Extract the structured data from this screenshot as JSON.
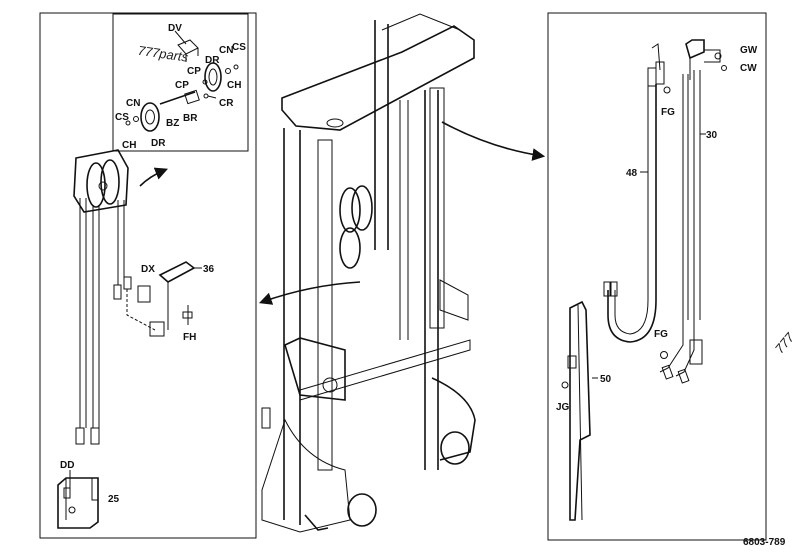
{
  "diagram": {
    "reference_code": "6803-789",
    "watermark": "777parts",
    "watermark_edge": "777",
    "labels": {
      "dv": "DV",
      "cn_top": "CN",
      "cs_top": "CS",
      "cp_top": "CP",
      "dr_top": "DR",
      "ch_top": "CH",
      "cp_mid": "CP",
      "cr": "CR",
      "br": "BR",
      "bz": "BZ",
      "cn_left": "CN",
      "cs_left": "CS",
      "ch_left": "CH",
      "dr_left": "DR",
      "dx": "DX",
      "p36": "36",
      "fh": "FH",
      "dd": "DD",
      "p25": "25",
      "gw": "GW",
      "cw": "CW",
      "fg_top": "FG",
      "p30": "30",
      "p48": "48",
      "fg_bottom": "FG",
      "p50": "50",
      "jg": "JG"
    }
  }
}
